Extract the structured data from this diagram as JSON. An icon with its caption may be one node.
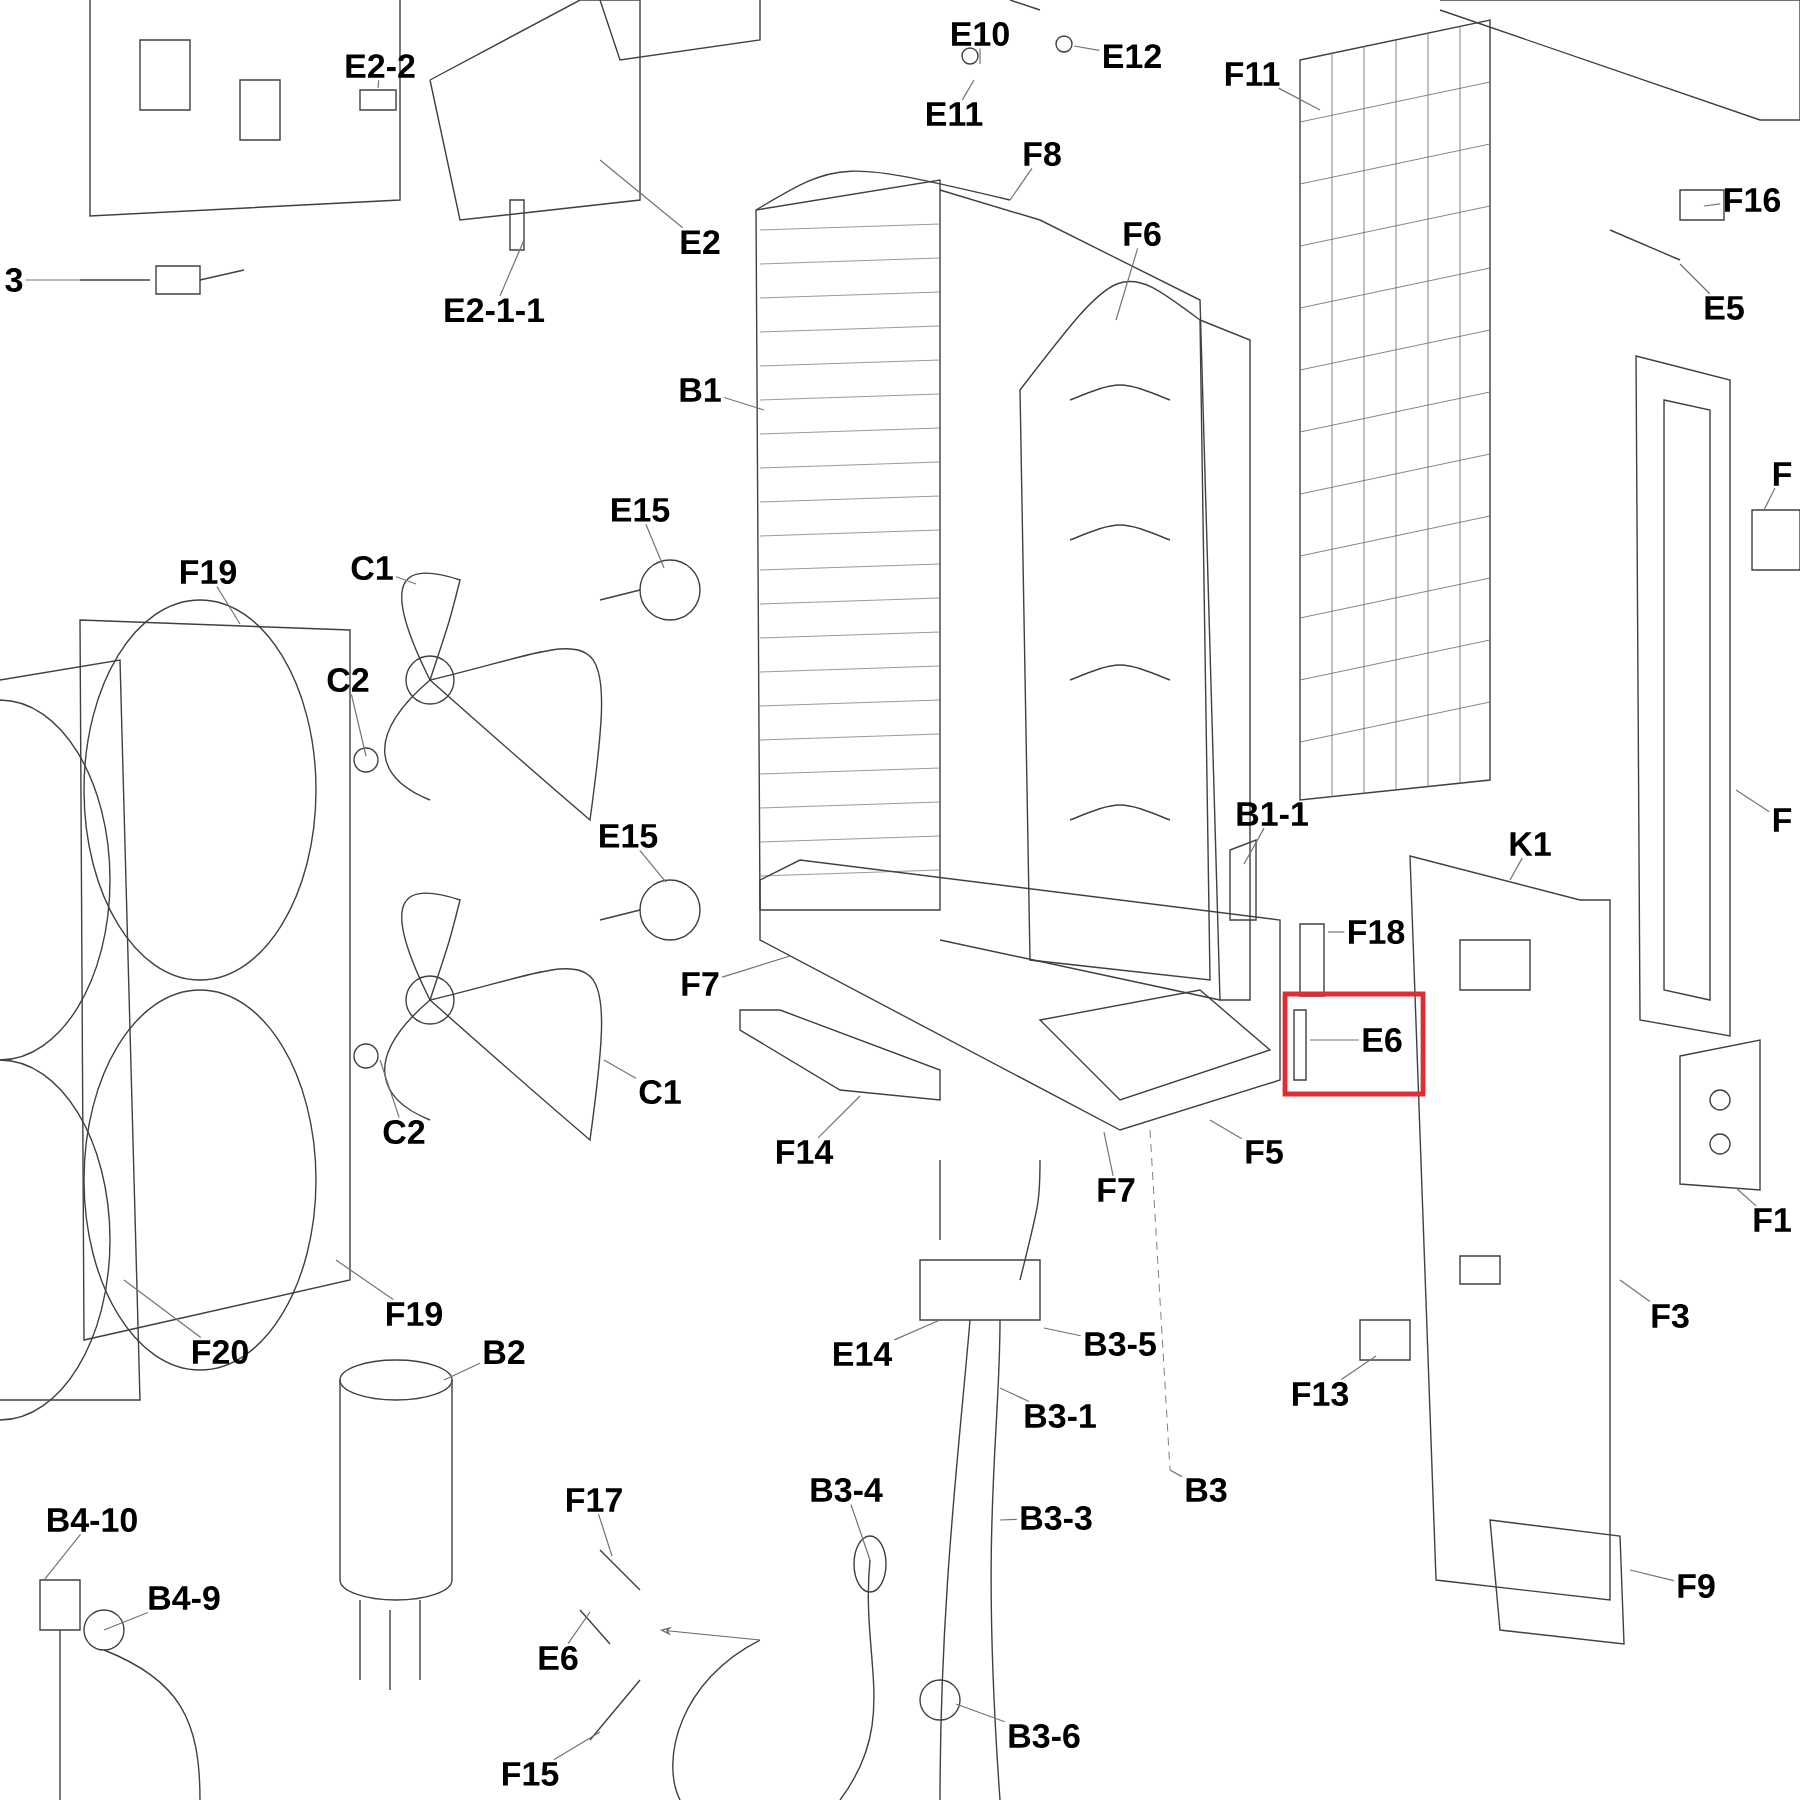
{
  "diagram": {
    "nodes": [
      {
        "text": [
          "E2-2"
        ]
      },
      {
        "text": [
          "E10"
        ]
      },
      {
        "text": [
          "E12"
        ]
      },
      {
        "text": [
          "E11"
        ]
      },
      {
        "text": [
          "F8"
        ]
      },
      {
        "text": [
          "F11"
        ]
      },
      {
        "text": [
          "F16"
        ]
      },
      {
        "text": [
          "E2"
        ]
      },
      {
        "text": [
          "E5"
        ]
      },
      {
        "text": [
          "3"
        ]
      },
      {
        "text": [
          "E2-1-1"
        ]
      },
      {
        "text": [
          "F6"
        ]
      },
      {
        "text": [
          "B1"
        ]
      },
      {
        "text": [
          "F"
        ]
      },
      {
        "text": [
          "E15"
        ]
      },
      {
        "text": [
          "F19"
        ]
      },
      {
        "text": [
          "C1"
        ]
      },
      {
        "text": [
          "C2"
        ]
      },
      {
        "text": [
          "E15"
        ]
      },
      {
        "text": [
          "B1-1"
        ]
      },
      {
        "text": [
          "F"
        ]
      },
      {
        "text": [
          "K1"
        ]
      },
      {
        "text": [
          "F18"
        ]
      },
      {
        "text": [
          "F7"
        ]
      },
      {
        "text": [],
        "shape": "box"
      },
      {
        "text": [
          "E6"
        ],
        "in": 24
      },
      {
        "text": [
          "C1"
        ]
      },
      {
        "text": [
          "C2"
        ]
      },
      {
        "text": [
          "F14"
        ]
      },
      {
        "text": [
          "F5"
        ]
      },
      {
        "text": [
          "F7"
        ]
      },
      {
        "text": [
          "F1"
        ]
      },
      {
        "text": [
          "F20"
        ]
      },
      {
        "text": [
          "F19"
        ]
      },
      {
        "text": [
          "B2"
        ]
      },
      {
        "text": [
          "E14"
        ]
      },
      {
        "text": [
          "B3-5"
        ]
      },
      {
        "text": [
          "F13"
        ]
      },
      {
        "text": [
          "F3"
        ]
      },
      {
        "text": [
          "B3-1"
        ]
      },
      {
        "text": [
          "B4-10"
        ]
      },
      {
        "text": [
          "B4-9"
        ]
      },
      {
        "text": [
          "B3-4"
        ]
      },
      {
        "text": [
          "B3-3"
        ]
      },
      {
        "text": [
          "B3"
        ]
      },
      {
        "text": [
          "F17"
        ]
      },
      {
        "text": [
          "F9"
        ]
      },
      {
        "text": [
          "E6"
        ]
      },
      {
        "text": [
          "B3-6"
        ]
      },
      {
        "text": [
          "F15"
        ]
      }
    ],
    "edges": [
      {
        "from": 0,
        "to": null,
        "arrow": "none"
      },
      {
        "from": 1,
        "to": null,
        "arrow": "none"
      },
      {
        "from": 2,
        "to": null,
        "arrow": "none"
      },
      {
        "from": 3,
        "to": null,
        "arrow": "none"
      },
      {
        "from": 4,
        "to": null,
        "arrow": "none"
      },
      {
        "from": 5,
        "to": null,
        "arrow": "none"
      },
      {
        "from": 6,
        "to": null,
        "arrow": "none"
      },
      {
        "from": 7,
        "to": null,
        "arrow": "none"
      },
      {
        "from": 8,
        "to": null,
        "arrow": "none"
      },
      {
        "from": 9,
        "to": null,
        "arrow": "none"
      },
      {
        "from": 10,
        "to": null,
        "arrow": "none"
      },
      {
        "from": 11,
        "to": null,
        "arrow": "none"
      },
      {
        "from": 12,
        "to": null,
        "arrow": "none"
      },
      {
        "from": 13,
        "to": null,
        "arrow": "none"
      },
      {
        "from": 14,
        "to": null,
        "arrow": "none"
      },
      {
        "from": 15,
        "to": null,
        "arrow": "none"
      },
      {
        "from": 16,
        "to": null,
        "arrow": "none"
      },
      {
        "from": 17,
        "to": null,
        "arrow": "none"
      },
      {
        "from": 18,
        "to": null,
        "arrow": "none"
      },
      {
        "from": 19,
        "to": null,
        "arrow": "none"
      },
      {
        "from": 20,
        "to": null,
        "arrow": "none"
      },
      {
        "from": 21,
        "to": null,
        "arrow": "none"
      },
      {
        "from": 22,
        "to": null,
        "arrow": "none"
      },
      {
        "from": 23,
        "to": null,
        "arrow": "none"
      },
      {
        "from": 25,
        "to": null,
        "arrow": "none"
      },
      {
        "from": 26,
        "to": null,
        "arrow": "none"
      },
      {
        "from": 27,
        "to": null,
        "arrow": "none"
      },
      {
        "from": 28,
        "to": null,
        "arrow": "none"
      },
      {
        "from": 29,
        "to": null,
        "arrow": "none"
      },
      {
        "from": 30,
        "to": null,
        "arrow": "none"
      },
      {
        "from": 31,
        "to": null,
        "arrow": "none"
      },
      {
        "from": 32,
        "to": null,
        "arrow": "none"
      },
      {
        "from": 33,
        "to": null,
        "arrow": "none"
      },
      {
        "from": 34,
        "to": null,
        "arrow": "none"
      },
      {
        "from": 35,
        "to": null,
        "arrow": "none"
      },
      {
        "from": 36,
        "to": null,
        "arrow": "none"
      },
      {
        "from": 37,
        "to": null,
        "arrow": "none"
      },
      {
        "from": 38,
        "to": null,
        "arrow": "none"
      },
      {
        "from": 39,
        "to": null,
        "arrow": "none"
      },
      {
        "from": 40,
        "to": null,
        "arrow": "none"
      },
      {
        "from": 41,
        "to": null,
        "arrow": "none"
      },
      {
        "from": 42,
        "to": null,
        "arrow": "none"
      },
      {
        "from": 43,
        "to": null,
        "arrow": "none"
      },
      {
        "from": 44,
        "to": null,
        "arrow": "none"
      },
      {
        "from": 45,
        "to": null,
        "arrow": "none"
      },
      {
        "from": 46,
        "to": null,
        "arrow": "none"
      },
      {
        "from": 47,
        "to": null,
        "arrow": "none"
      },
      {
        "from": 48,
        "to": null,
        "arrow": "none"
      },
      {
        "from": 49,
        "to": null,
        "arrow": "none"
      }
    ]
  }
}
